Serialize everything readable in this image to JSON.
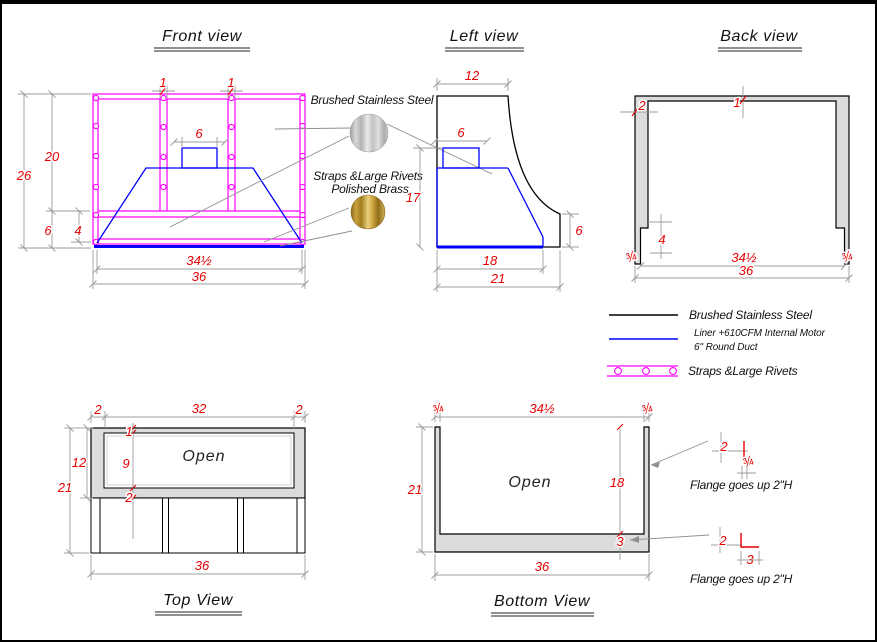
{
  "views": {
    "front": {
      "title": "Front view",
      "dims": {
        "total_h": "26",
        "upper_h": "20",
        "lower_h": "6",
        "inner_h": "4",
        "strap_w_1": "1",
        "strap_w_2": "1",
        "duct_w": "6",
        "inner_w": "34½",
        "total_w": "36"
      }
    },
    "left": {
      "title": "Left view",
      "dims": {
        "top_depth": "12",
        "duct_w": "6",
        "liner_h": "17",
        "liner_depth": "18",
        "total_depth": "21",
        "shell_right_h": "6"
      }
    },
    "back": {
      "title": "Back view",
      "dims": {
        "side_band_w": "2",
        "top_band_h": "1",
        "notch_h": "4",
        "flange_left": "¾",
        "inner_w": "34½",
        "flange_right": "¾",
        "total_w": "36"
      }
    },
    "top": {
      "title": "Top View",
      "open_label": "Open",
      "dims": {
        "left_band": "2",
        "open_w": "32",
        "right_band": "2",
        "frame_depth": "12",
        "total_depth": "21",
        "band_top": "1",
        "open_depth": "9",
        "band_bottom": "2",
        "total_w": "36"
      }
    },
    "bottom": {
      "title": "Bottom View",
      "open_label": "Open",
      "dims": {
        "flange_left": "¾",
        "inner_w": "34½",
        "flange_right": "¾",
        "total_depth": "21",
        "open_depth": "18",
        "band_d": "3",
        "total_w": "36"
      }
    }
  },
  "callouts": {
    "stainless": "Brushed Stainless Steel",
    "brass_line1": "Straps &Large Rivets",
    "brass_line2": "Polished Brass"
  },
  "flange_details": {
    "top": {
      "h": "2",
      "w": "¾",
      "note": "Flange goes up 2\"H"
    },
    "bottom": {
      "h": "2",
      "w": "3",
      "note": "Flange goes up 2\"H"
    }
  },
  "legend": {
    "stainless": "Brushed Stainless Steel",
    "liner_line1": "Liner +610CFM Internal Motor",
    "liner_line2": "6\" Round Duct",
    "straps": "Straps &Large Rivets"
  },
  "colors": {
    "strap_magenta": "#ff00ff",
    "liner_blue": "#0000ff",
    "dimension_red": "#e60000",
    "outline_black": "#000000",
    "panel_gray": "#dcdcdc",
    "brass": "#c9a23a",
    "stainless_gray": "#c8c8c8"
  }
}
